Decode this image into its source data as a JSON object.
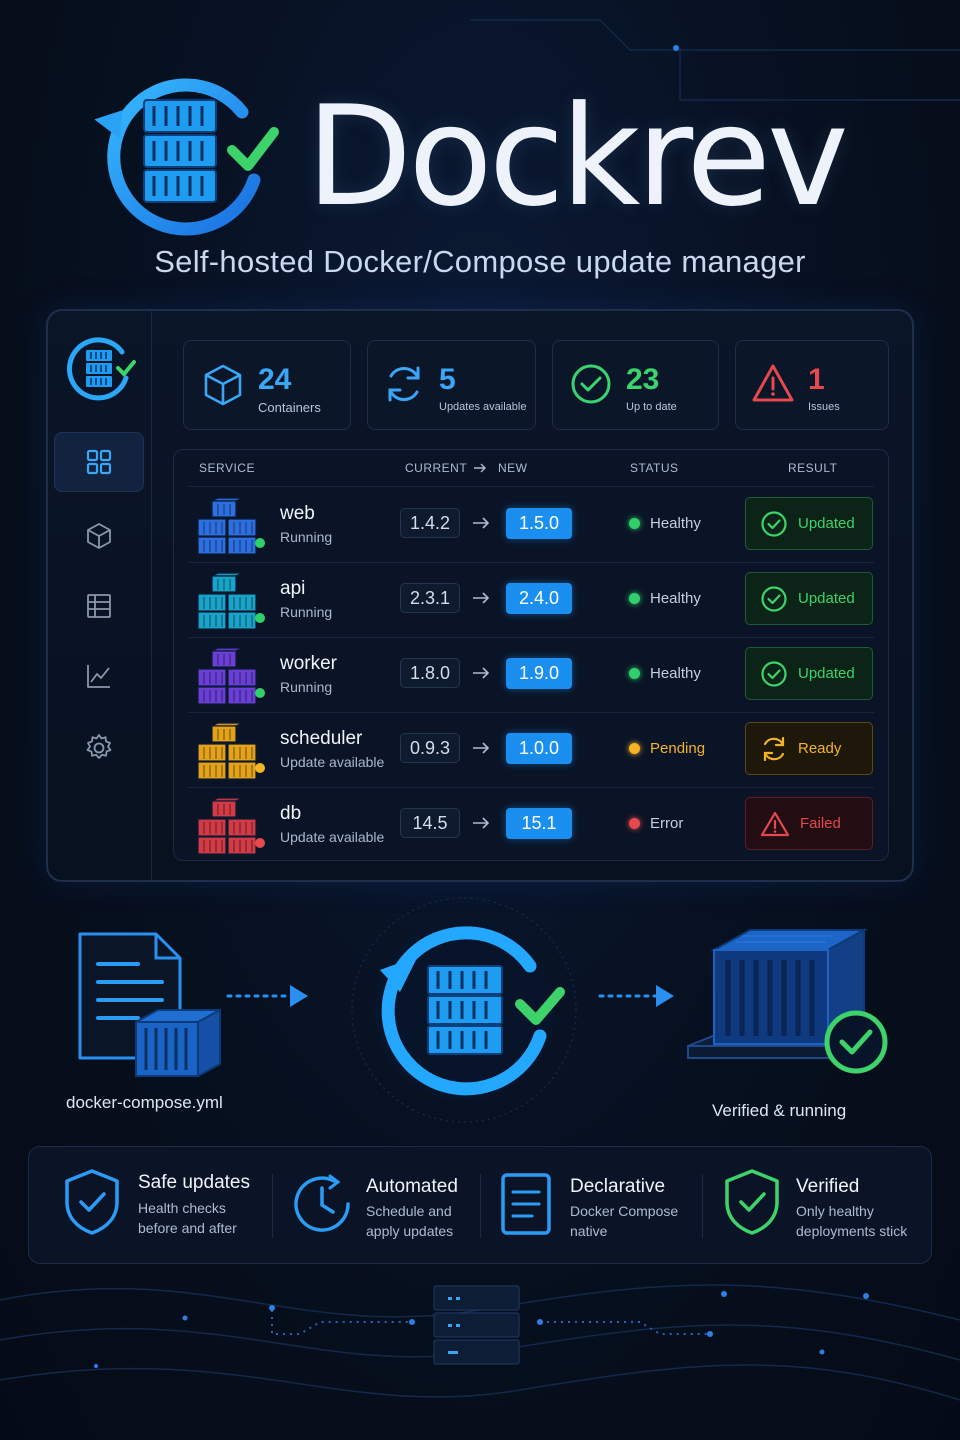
{
  "header": {
    "brand": "Dockrev",
    "subtitle": "Self-hosted Docker/Compose update manager"
  },
  "colors": {
    "accent_blue": "#1b8ff0",
    "healthy_green": "#2fd06a",
    "pending_amber": "#f5b428",
    "error_red": "#e5484d"
  },
  "sidebar": {
    "items": [
      {
        "icon": "dashboard-grid-icon",
        "active": true
      },
      {
        "icon": "cube-icon",
        "active": false
      },
      {
        "icon": "list-icon",
        "active": false
      },
      {
        "icon": "chart-icon",
        "active": false
      },
      {
        "icon": "gear-icon",
        "active": false
      }
    ]
  },
  "stats": [
    {
      "value": "24",
      "label": "Containers",
      "icon": "cube-icon",
      "color": "#3aa6f5"
    },
    {
      "value": "5",
      "label": "Updates available",
      "icon": "refresh-icon",
      "color": "#3aa6f5"
    },
    {
      "value": "23",
      "label": "Up to date",
      "icon": "check-circle-icon",
      "color": "#39d46e"
    },
    {
      "value": "1",
      "label": "Issues",
      "icon": "warning-icon",
      "color": "#e5484d"
    }
  ],
  "table": {
    "headers": {
      "service": "SERVICE",
      "current": "CURRENT",
      "new": "NEW",
      "status": "STATUS",
      "result": "RESULT"
    },
    "rows": [
      {
        "name": "web",
        "sub": "Running",
        "current": "1.4.2",
        "new": "1.5.0",
        "status": "Healthy",
        "result": "Updated",
        "kind": "ok",
        "color": "#2d6fe0",
        "dot": "#2fd06a"
      },
      {
        "name": "api",
        "sub": "Running",
        "current": "2.3.1",
        "new": "2.4.0",
        "status": "Healthy",
        "result": "Updated",
        "kind": "ok",
        "color": "#1aa3c8",
        "dot": "#2fd06a"
      },
      {
        "name": "worker",
        "sub": "Running",
        "current": "1.8.0",
        "new": "1.9.0",
        "status": "Healthy",
        "result": "Updated",
        "kind": "ok",
        "color": "#6a3fd6",
        "dot": "#2fd06a"
      },
      {
        "name": "scheduler",
        "sub": "Update available",
        "current": "0.9.3",
        "new": "1.0.0",
        "status": "Pending",
        "result": "Ready",
        "kind": "ready",
        "color": "#e3a21a",
        "dot": "#f5b428"
      },
      {
        "name": "db",
        "sub": "Update available",
        "current": "14.5",
        "new": "15.1",
        "status": "Error",
        "result": "Failed",
        "kind": "fail",
        "color": "#d23b45",
        "dot": "#e5484d"
      }
    ]
  },
  "flow": {
    "source_label": "docker-compose.yml",
    "result_label": "Verified & running"
  },
  "features": [
    {
      "icon": "shield-check-icon",
      "title": "Safe updates",
      "line1": "Health checks",
      "line2": "before and after"
    },
    {
      "icon": "clock-icon",
      "title": "Automated",
      "line1": "Schedule and",
      "line2": "apply updates"
    },
    {
      "icon": "document-icon",
      "title": "Declarative",
      "line1": "Docker Compose",
      "line2": "native"
    },
    {
      "icon": "verified-shield-icon",
      "title": "Verified",
      "line1": "Only healthy",
      "line2": "deployments stick"
    }
  ]
}
